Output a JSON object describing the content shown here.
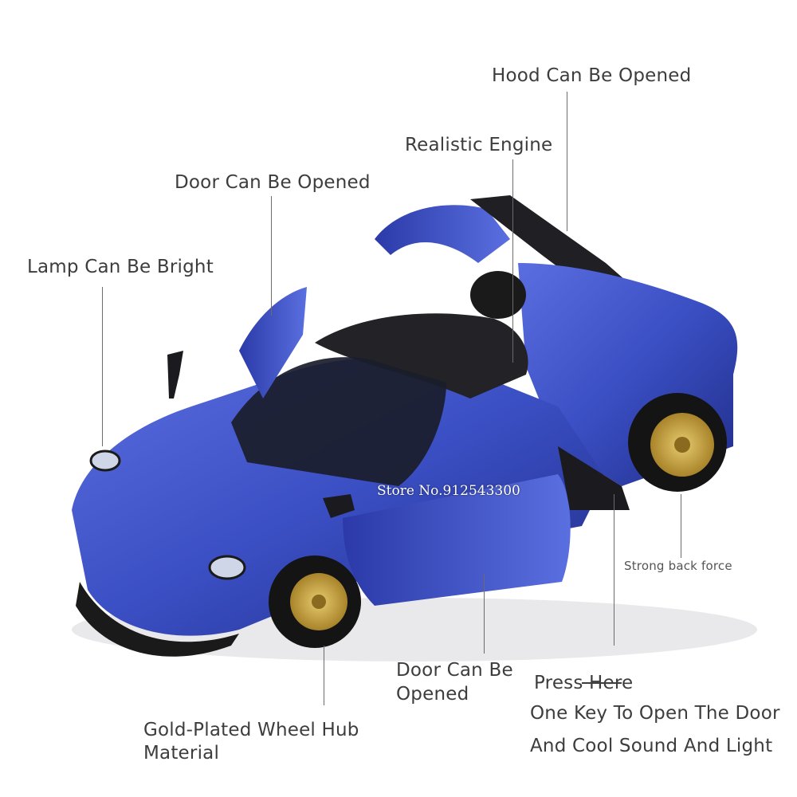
{
  "callouts": {
    "hood": "Hood Can Be Opened",
    "engine": "Realistic Engine",
    "door_top": "Door Can Be Opened",
    "lamp": "Lamp Can Be Bright",
    "back_force": "Strong back force",
    "door_bottom_line1": "Door Can Be",
    "door_bottom_line2": "Opened",
    "press": "Press Here",
    "one_key_line1": "One Key To Open The Door",
    "one_key_line2": "And Cool Sound And Light",
    "wheel_line1": "Gold-Plated Wheel Hub",
    "wheel_line2": "Material"
  },
  "watermark": "Store No.912543300",
  "colors": {
    "car_body": "#3b4fc4",
    "car_body_dark": "#1f2c86",
    "roof": "#1e1e22",
    "wheel_gold": "#c9a33a",
    "tire": "#141414"
  }
}
